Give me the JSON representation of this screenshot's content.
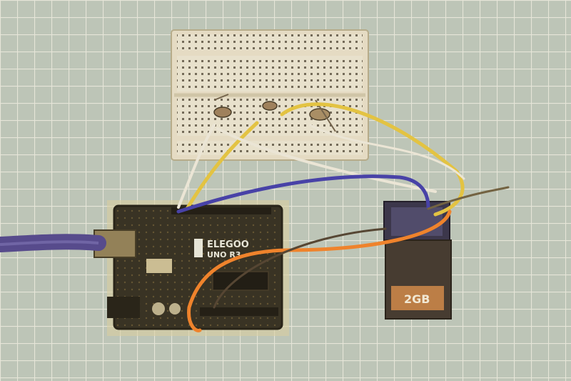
{
  "scene": {
    "description_colors": {
      "mat": "#b9c8c4",
      "grid_line": "#e9eee9",
      "breadboard": "#e8e1cf",
      "board": "#2a2418",
      "usb_cable": "#4a3f86",
      "wire_yellow": "#e3c23a",
      "wire_white": "#ece7da",
      "wire_blue": "#3b36a8",
      "wire_orange": "#f07c22",
      "sd_card": "#3a2f28"
    }
  },
  "board": {
    "brand": "ELEGOO",
    "model": "UNO R3"
  },
  "sd_card": {
    "capacity": "2GB"
  }
}
